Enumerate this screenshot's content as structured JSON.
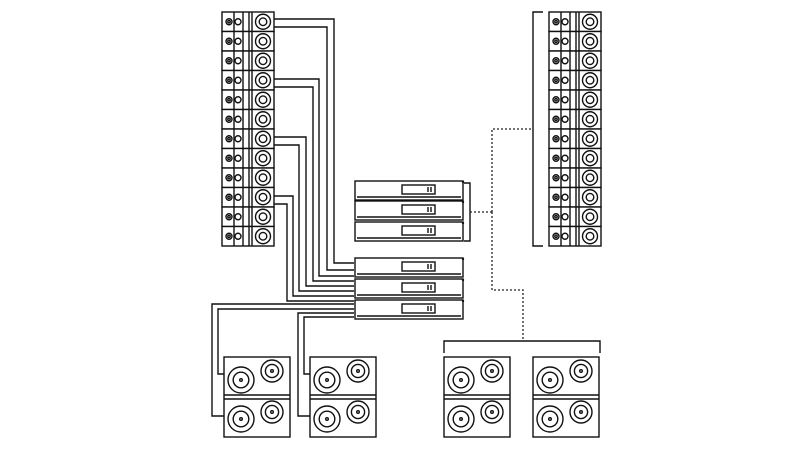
{
  "diagram": {
    "description_name": "speaker-system-wiring-diagram",
    "colors": {
      "stroke": "#111111",
      "background": "#ffffff",
      "dotted_link": "#222222"
    },
    "line_arrays": {
      "left_cabinet_count": 12,
      "right_cabinet_count": 12
    },
    "amplifier_racks": {
      "upper_group_count": 3,
      "lower_group_count": 3
    },
    "subwoofers": {
      "wired_count": 2,
      "bracketed_count": 2,
      "cones_per_cabinet": 4
    }
  }
}
